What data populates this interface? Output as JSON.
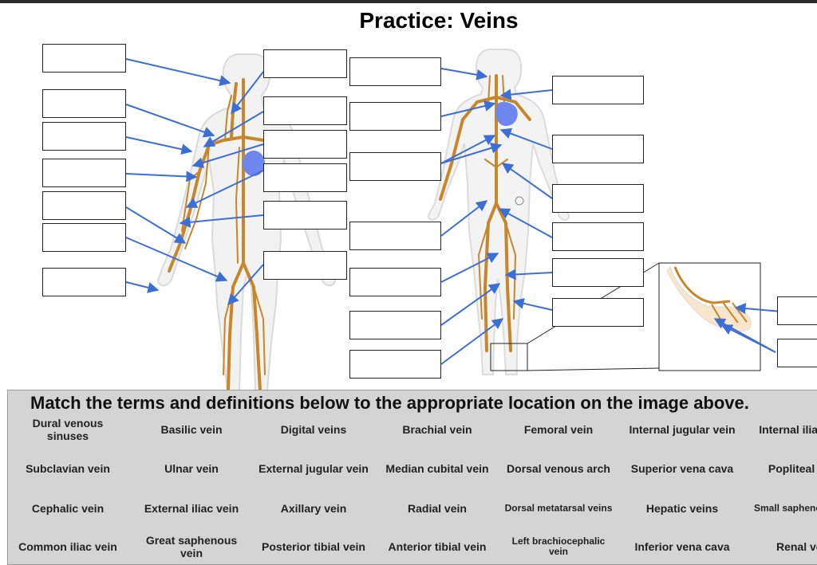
{
  "title": "Practice: Veins",
  "instructions": "Match the terms and definitions below to the appropriate location on the image above.",
  "colors": {
    "vein": "#c8862a",
    "arrow": "#3c6fd6",
    "heart": "#6f86ee",
    "bank_background": "#d4d4d4"
  },
  "terms": [
    [
      "Dural venous sinuses",
      "Basilic vein",
      "Digital veins",
      "Brachial vein",
      "Femoral vein",
      "Internal jugular vein",
      "Internal iliac vein"
    ],
    [
      "Subclavian vein",
      "Ulnar vein",
      "External jugular vein",
      "Median cubital vein",
      "Dorsal venous arch",
      "Superior vena cava",
      "Popliteal vein"
    ],
    [
      "Cephalic vein",
      "External iliac vein",
      "Axillary vein",
      "Radial vein",
      "Dorsal metatarsal veins",
      "Hepatic veins",
      "Small saphenous vein"
    ],
    [
      "Common iliac vein",
      "Great saphenous vein",
      "Posterior tibial vein",
      "Anterior tibial vein",
      "Left brachiocephalic vein",
      "Inferior vena cava",
      "Renal vein"
    ]
  ]
}
